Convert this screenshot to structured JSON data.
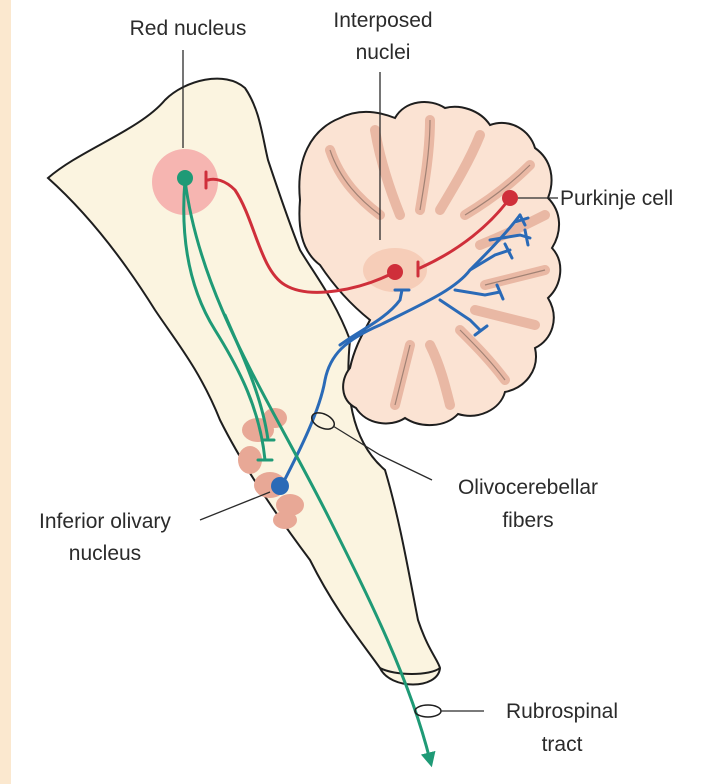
{
  "labels": {
    "red_nucleus": "Red nucleus",
    "interposed_line1": "Interposed",
    "interposed_line2": "nuclei",
    "purkinje": "Purkinje cell",
    "olivocerebellar_line1": "Olivocerebellar",
    "olivocerebellar_line2": "fibers",
    "inferior_olivary_line1": "Inferior olivary",
    "inferior_olivary_line2": "nucleus",
    "rubrospinal_line1": "Rubrospinal",
    "rubrospinal_line2": "tract"
  },
  "colors": {
    "brainstem_fill": "#fbf4e0",
    "cerebellum_fill": "#fbe3d3",
    "outline": "#1e1e1e",
    "red_pathway": "#cf2f3a",
    "green_pathway": "#1f9a76",
    "blue_pathway": "#2a6ab7",
    "nucleus_halo": "#f6b5b1",
    "olive_fill": "#e8a896",
    "side_strip": "#fbe8cf"
  }
}
